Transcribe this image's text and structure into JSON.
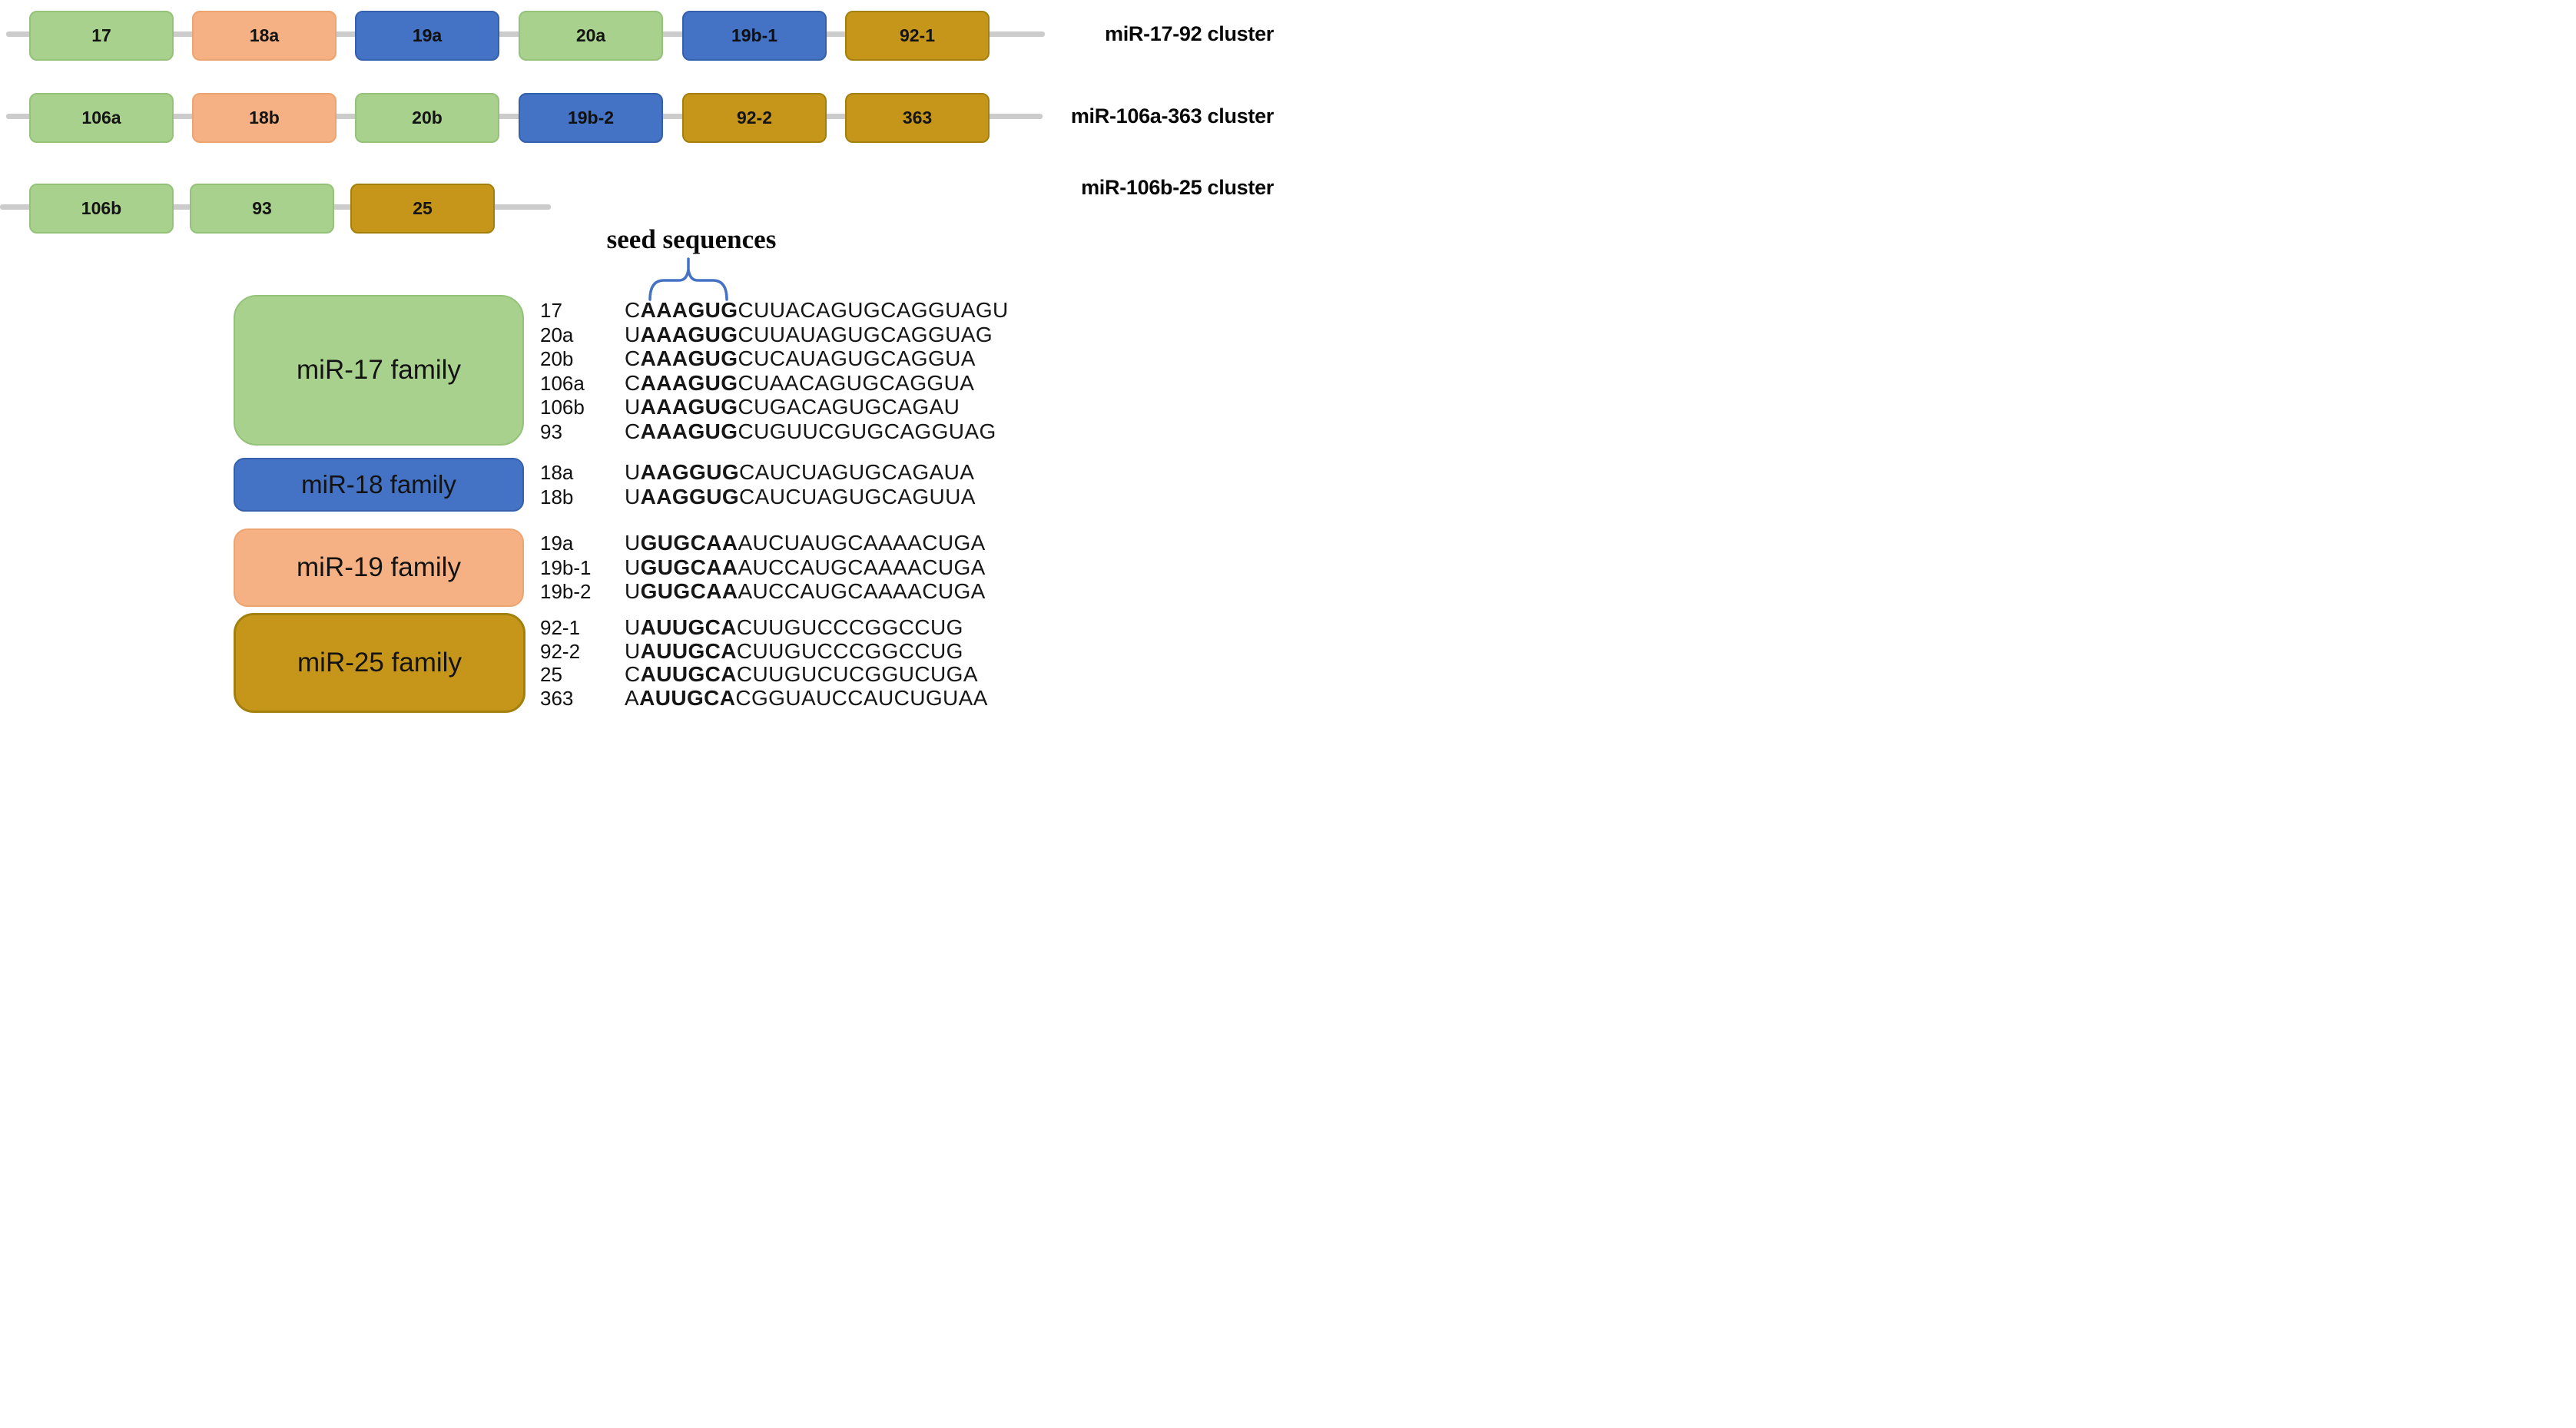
{
  "colors": {
    "green": "#A9D18E",
    "peach": "#F5B183",
    "blue": "#4472C4",
    "gold": "#C5961A",
    "line": "#CCCCCC",
    "brace": "#4472C4"
  },
  "clusters": [
    {
      "label": "miR-17-92 cluster",
      "genes": [
        {
          "name": "17",
          "color": "green"
        },
        {
          "name": "18a",
          "color": "peach"
        },
        {
          "name": "19a",
          "color": "blue"
        },
        {
          "name": "20a",
          "color": "green"
        },
        {
          "name": "19b-1",
          "color": "blue"
        },
        {
          "name": "92-1",
          "color": "gold"
        }
      ]
    },
    {
      "label": "miR-106a-363 cluster",
      "genes": [
        {
          "name": "106a",
          "color": "green"
        },
        {
          "name": "18b",
          "color": "peach"
        },
        {
          "name": "20b",
          "color": "green"
        },
        {
          "name": "19b-2",
          "color": "blue"
        },
        {
          "name": "92-2",
          "color": "gold"
        },
        {
          "name": "363",
          "color": "gold"
        }
      ]
    },
    {
      "label": "miR-106b-25 cluster",
      "genes": [
        {
          "name": "106b",
          "color": "green"
        },
        {
          "name": "93",
          "color": "green"
        },
        {
          "name": "25",
          "color": "gold"
        }
      ]
    }
  ],
  "seed_annotation": {
    "label": "seed sequences"
  },
  "families": [
    {
      "label": "miR-17 family",
      "color": "green",
      "members": [
        {
          "name": "17",
          "prefix": "C",
          "seed": "AAAGUG",
          "rest": "CUUACAGUGCAGGUAGU"
        },
        {
          "name": "20a",
          "prefix": "U",
          "seed": "AAAGUG",
          "rest": "CUUAUAGUGCAGGUAG"
        },
        {
          "name": "20b",
          "prefix": "C",
          "seed": "AAAGUG",
          "rest": "CUCAUAGUGCAGGUA"
        },
        {
          "name": "106a",
          "prefix": "C",
          "seed": "AAAGUG",
          "rest": "CUAACAGUGCAGGUA"
        },
        {
          "name": "106b",
          "prefix": "U",
          "seed": "AAAGUG",
          "rest": "CUGACAGUGCAGAU"
        },
        {
          "name": "93",
          "prefix": "C",
          "seed": "AAAGUG",
          "rest": "CUGUUCGUGCAGGUAG"
        }
      ]
    },
    {
      "label": "miR-18 family",
      "color": "blue",
      "members": [
        {
          "name": "18a",
          "prefix": "U",
          "seed": "AAGGUG",
          "rest": "CAUCUAGUGCAGAUA"
        },
        {
          "name": "18b",
          "prefix": "U",
          "seed": "AAGGUG",
          "rest": "CAUCUAGUGCAGUUA"
        }
      ]
    },
    {
      "label": "miR-19 family",
      "color": "peach",
      "members": [
        {
          "name": "19a",
          "prefix": "U",
          "seed": "GUGCAA",
          "rest": "AUCUAUGCAAAACUGA"
        },
        {
          "name": "19b-1",
          "prefix": "U",
          "seed": "GUGCAA",
          "rest": "AUCCAUGCAAAACUGA"
        },
        {
          "name": "19b-2",
          "prefix": "U",
          "seed": "GUGCAA",
          "rest": "AUCCAUGCAAAACUGA"
        }
      ]
    },
    {
      "label": "miR-25 family",
      "color": "gold",
      "members": [
        {
          "name": "92-1",
          "prefix": "U",
          "seed": "AUUGCA",
          "rest": "CUUGUCCCGGCCUG"
        },
        {
          "name": "92-2",
          "prefix": "U",
          "seed": "AUUGCA",
          "rest": "CUUGUCCCGGCCUG"
        },
        {
          "name": "25",
          "prefix": "C",
          "seed": "AUUGCA",
          "rest": "CUUGUCUCGGUCUGA"
        },
        {
          "name": "363",
          "prefix": "A",
          "seed": "AUUGCA",
          "rest": "CGGUAUCCAUCUGUAA"
        }
      ]
    }
  ]
}
